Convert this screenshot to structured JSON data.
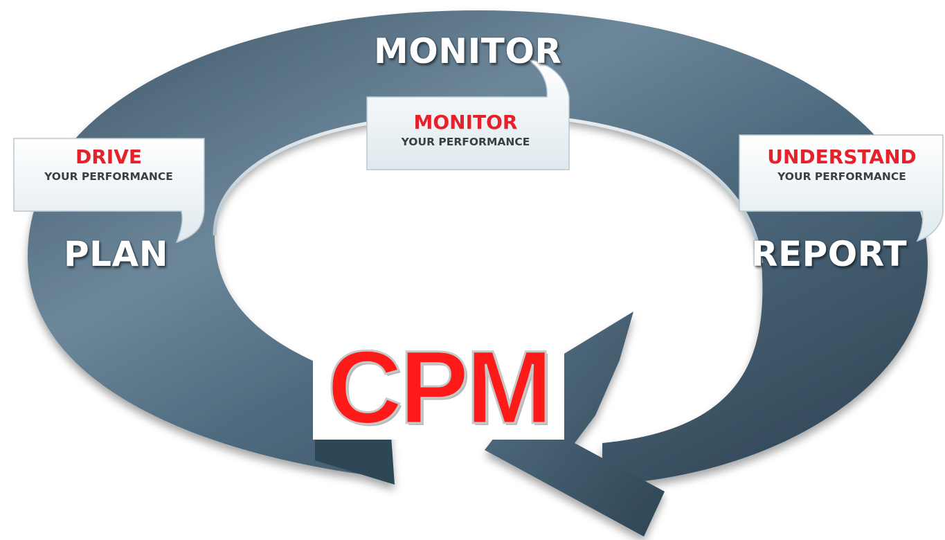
{
  "cycle": {
    "stages": {
      "monitor": "MONITOR",
      "plan": "PLAN",
      "report": "REPORT"
    },
    "callouts": {
      "drive": {
        "title": "DRIVE",
        "subtitle": "YOUR PERFORMANCE"
      },
      "monitor": {
        "title": "MONITOR",
        "subtitle": "YOUR PERFORMANCE"
      },
      "understand": {
        "title": "UNDERSTAND",
        "subtitle": "YOUR PERFORMANCE"
      }
    },
    "center_label": "CPM"
  },
  "colors": {
    "ring_dark": "#2f4656",
    "ring_mid": "#4d6a7e",
    "ring_light": "#7e98aa",
    "callout_title": "#e8202a",
    "callout_subtitle": "#3a3f44",
    "cpm_text": "#ff1a1a",
    "background": "#ffffff"
  }
}
